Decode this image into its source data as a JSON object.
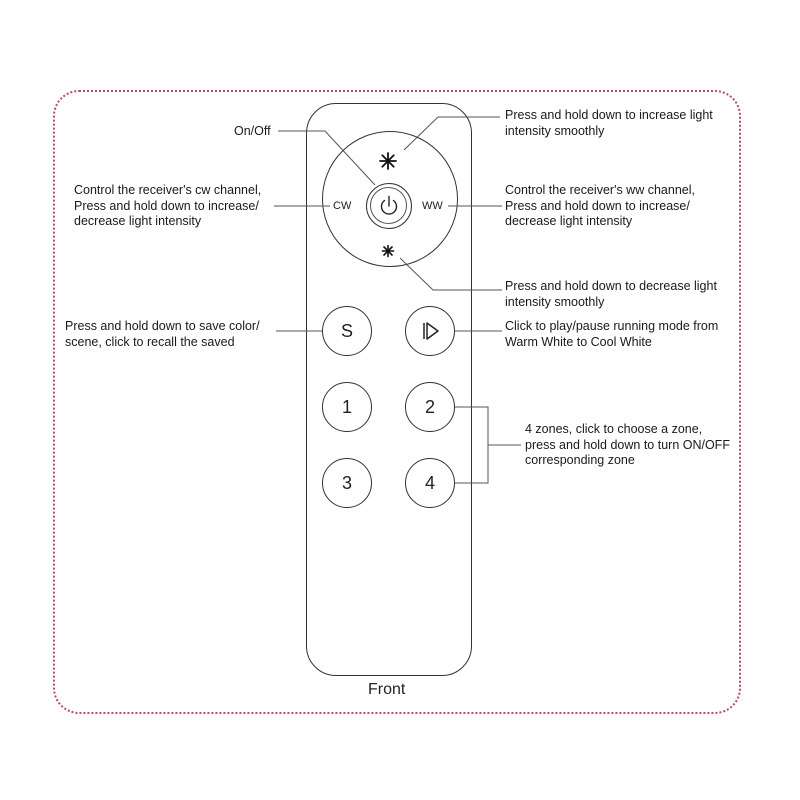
{
  "remote": {
    "caption": "Front",
    "dial": {
      "left_label": "CW",
      "right_label": "WW",
      "top_icon": "sun-large-icon",
      "bottom_icon": "sun-small-icon",
      "center_icon": "power-icon"
    },
    "buttons": {
      "save": "S",
      "play_icon": "play-pause-icon",
      "zone1": "1",
      "zone2": "2",
      "zone3": "3",
      "zone4": "4"
    }
  },
  "annotations": {
    "on_off": "On/Off",
    "increase": "Press and hold down to increase light\nintensity smoothly",
    "cw": "Control the receiver's cw channel,\nPress and hold down to increase/\ndecrease light intensity",
    "ww": "Control the receiver's ww channel,\nPress and hold down to increase/\ndecrease light intensity",
    "decrease": "Press and hold down to decrease light\nintensity smoothly",
    "save": "Press and hold down to save color/\nscene, click to recall the saved",
    "play": "Click to play/pause running mode from\nWarm White to Cool White",
    "zones": "4 zones, click to choose a zone,\npress and hold down to turn ON/OFF\ncorresponding zone"
  },
  "colors": {
    "frame": "#b4497e",
    "outline": "#333333",
    "leader": "#555555"
  }
}
